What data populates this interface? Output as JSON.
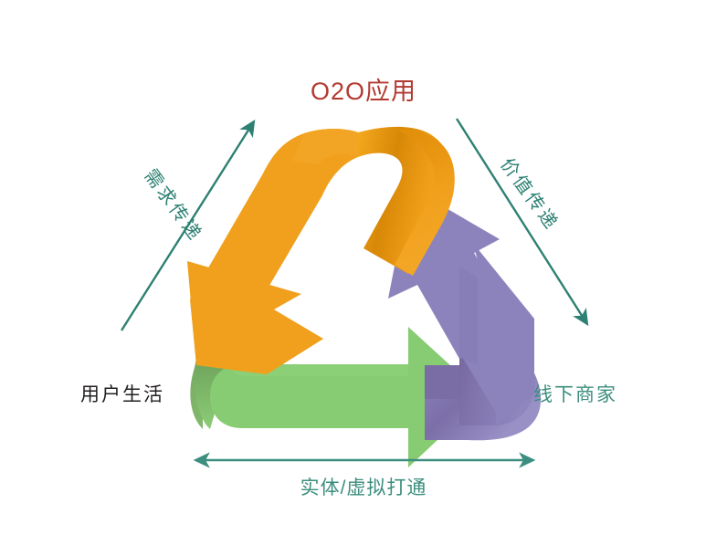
{
  "figure": {
    "title": "O2O应用",
    "title_color": "#b33a31",
    "background": "#ffffff"
  },
  "nodes": [
    {
      "id": "user-life",
      "label": "用户生活",
      "color": "#231f20"
    },
    {
      "id": "offline-merchant",
      "label": "线下商家",
      "color": "#3c8e7e"
    }
  ],
  "edges": [
    {
      "id": "demand-transfer",
      "label": "需求传递",
      "color": "#2e8073",
      "direction": "up-right",
      "arrowheads": 1
    },
    {
      "id": "value-transfer",
      "label": "价值传递",
      "color": "#2e8073",
      "direction": "down-right",
      "arrowheads": 1
    },
    {
      "id": "physical-virtual",
      "label": "实体/虚拟打通",
      "color": "#3c8e7e",
      "direction": "bidirectional",
      "arrowheads": 2
    }
  ],
  "recycle_symbol": {
    "name": "recycling-arrows",
    "arrows": [
      {
        "id": "orange-arrow",
        "color": "#f0a01c",
        "shade": "#d98a0a",
        "points": "down-left"
      },
      {
        "id": "purple-arrow",
        "color": "#8c83bc",
        "shade": "#6f5f96",
        "points": "up-left"
      },
      {
        "id": "green-arrow",
        "color": "#87cb72",
        "shade": "#5f9352",
        "points": "right"
      }
    ]
  },
  "icons": {
    "arrow_up_right": "arrow-up-right-icon",
    "arrow_down_right": "arrow-down-right-icon",
    "arrow_left_right": "arrow-left-right-icon"
  }
}
